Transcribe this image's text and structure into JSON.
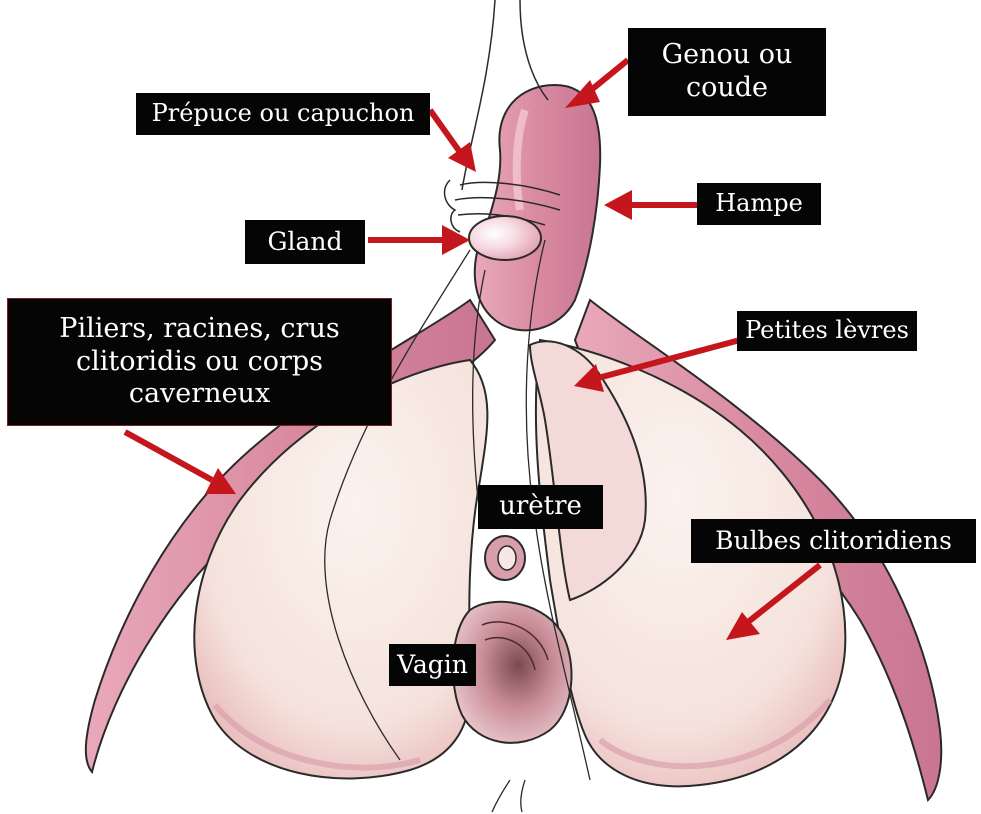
{
  "colors": {
    "shaft_pink": "#dc8ea4",
    "shaft_dark": "#c06a86",
    "bulb_light": "#f9ede7",
    "bulb_shade": "#ecc2c2",
    "arrow_red": "#c4161c",
    "label_bg": "#050505",
    "label_text": "#ffffff",
    "outline": "#2a2a2a"
  },
  "labels": {
    "genou": "Genou ou\ncoude",
    "prepuce": "Prépuce ou capuchon",
    "hampe": "Hampe",
    "gland": "Gland",
    "piliers": "Piliers, racines, crus\nclitoridis ou corps\ncaverneux",
    "petites_levres": "Petites lèvres",
    "uretre": "urètre",
    "bulbes": "Bulbes clitoridiens",
    "vagin": "Vagin"
  }
}
